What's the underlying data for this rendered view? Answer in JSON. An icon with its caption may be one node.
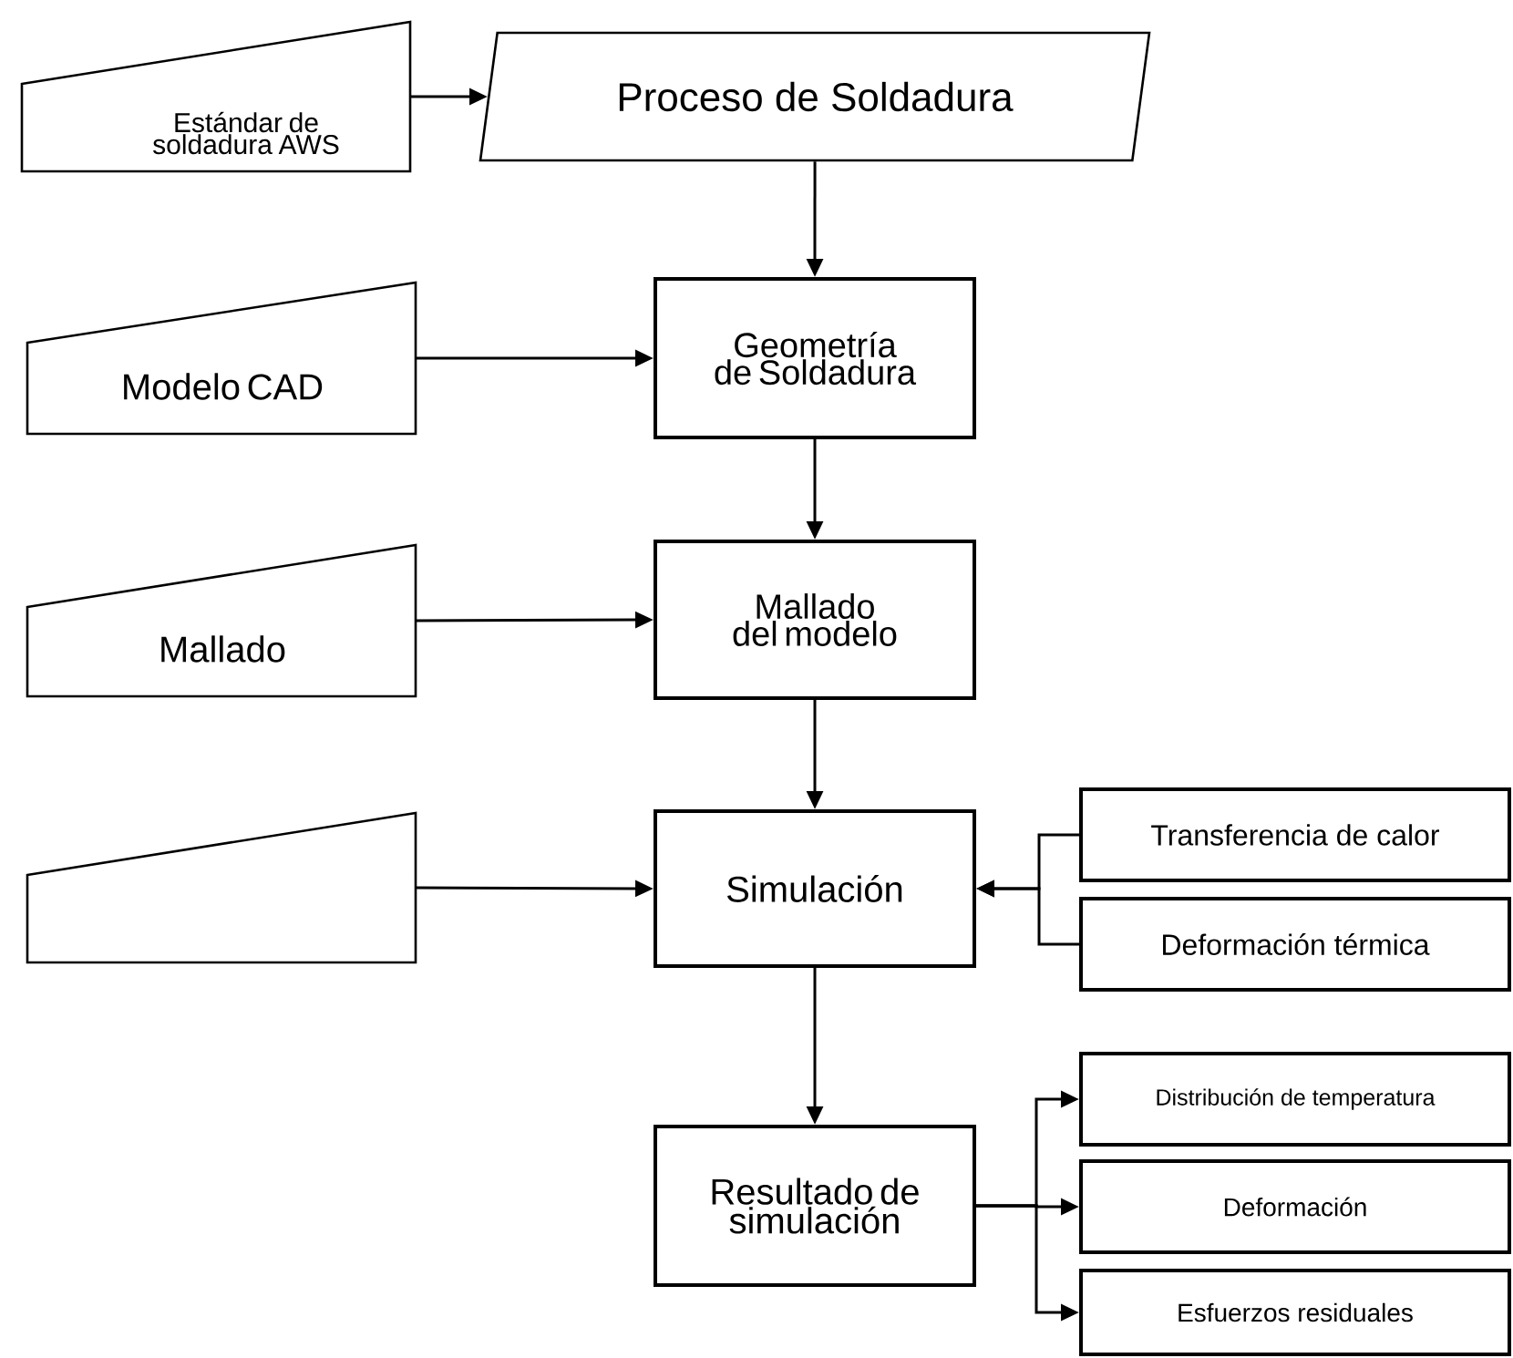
{
  "diagram": {
    "nodes": [
      {
        "text": [
          "Estándar de soldadura AWS"
        ]
      },
      {
        "text": [
          "Proceso de Soldadura"
        ]
      },
      {
        "text": [
          "Modelo CAD"
        ]
      },
      {
        "text": [
          "Geometría de Soldadura"
        ]
      },
      {
        "text": [
          "Mallado"
        ]
      },
      {
        "text": [
          "Mallado del modelo"
        ]
      },
      {
        "text": [],
        "shape": "box"
      },
      {
        "text": [
          "Simulación"
        ]
      },
      {
        "text": [
          "Transferencia de calor"
        ]
      },
      {
        "text": [
          "Deformación térmica"
        ]
      },
      {
        "text": [
          "Resultado de simulación"
        ]
      },
      {
        "text": [
          "Distribución de temperatura"
        ]
      },
      {
        "text": [
          "Deformación"
        ]
      },
      {
        "text": [
          "Esfuerzos residuales"
        ]
      }
    ],
    "edges": [
      {
        "from": 0,
        "to": 1,
        "arrow": "to"
      },
      {
        "from": 1,
        "to": 3,
        "arrow": "to"
      },
      {
        "from": 2,
        "to": 3,
        "arrow": "to"
      },
      {
        "from": 3,
        "to": 5,
        "arrow": "to"
      },
      {
        "from": 4,
        "to": 5,
        "arrow": "to"
      },
      {
        "from": 5,
        "to": 7,
        "arrow": "to"
      },
      {
        "from": 6,
        "to": 7,
        "arrow": "to"
      },
      {
        "from": 8,
        "to": 7,
        "arrow": "to"
      },
      {
        "from": 9,
        "to": 7,
        "arrow": "to"
      },
      {
        "from": 7,
        "to": 10,
        "arrow": "to"
      },
      {
        "from": 10,
        "to": 11,
        "arrow": "to"
      },
      {
        "from": 10,
        "to": 12,
        "arrow": "to"
      },
      {
        "from": 10,
        "to": 13,
        "arrow": "to"
      }
    ]
  }
}
